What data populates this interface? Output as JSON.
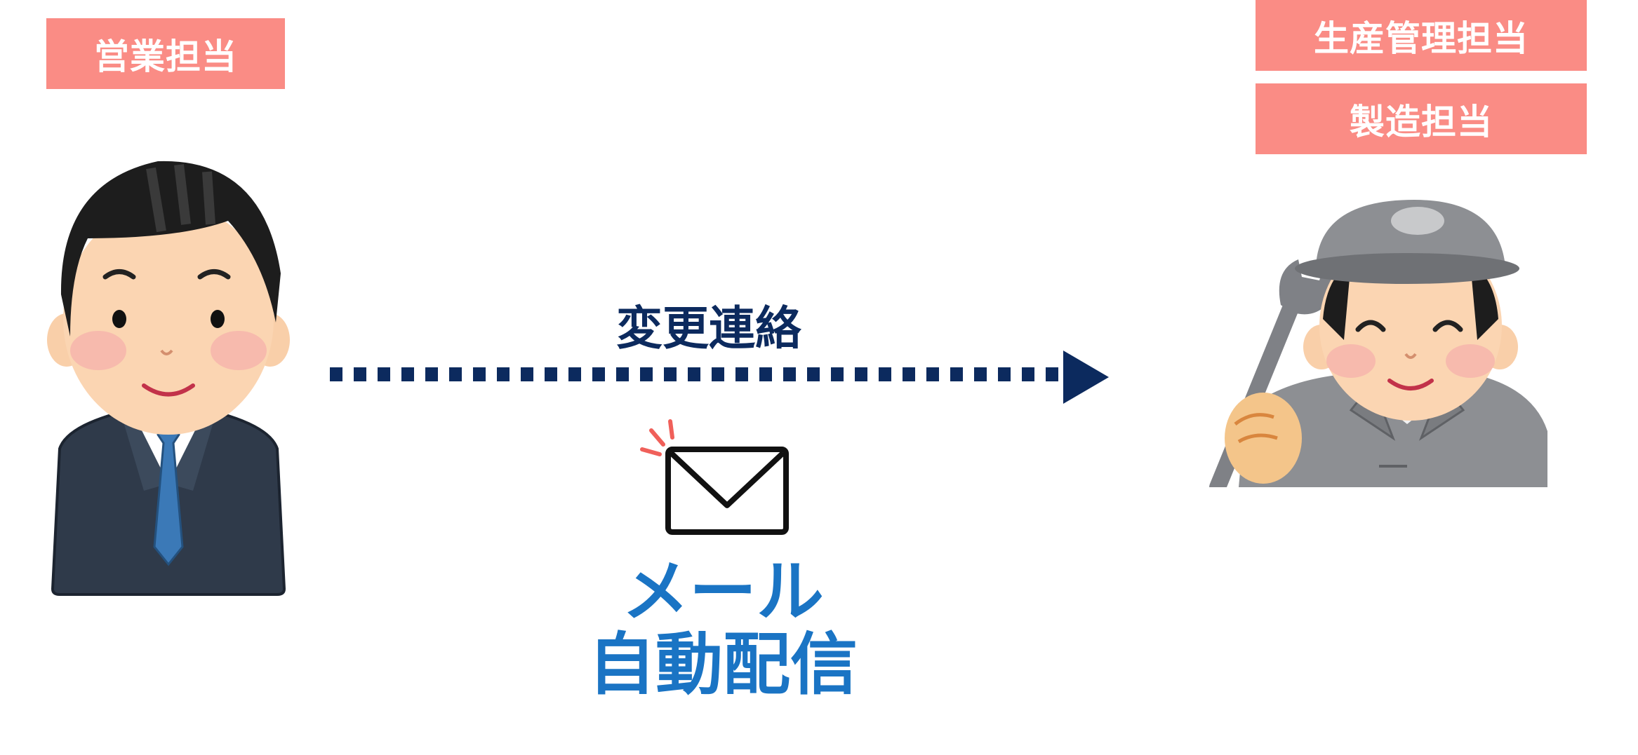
{
  "roles": {
    "sales": "営業担当",
    "production_control": "生産管理担当",
    "manufacturing": "製造担当"
  },
  "flow": {
    "label": "変更連絡"
  },
  "mail": {
    "line1": "メール",
    "line2": "自動配信"
  },
  "colors": {
    "label_bg": "#fa8c85",
    "arrow": "#0c2a5e",
    "mail_text": "#1a74c4",
    "sparkle": "#f0605a"
  },
  "icons": {
    "salesperson": "businessman-illustration",
    "worker": "factory-worker-illustration",
    "mail": "envelope-icon"
  }
}
